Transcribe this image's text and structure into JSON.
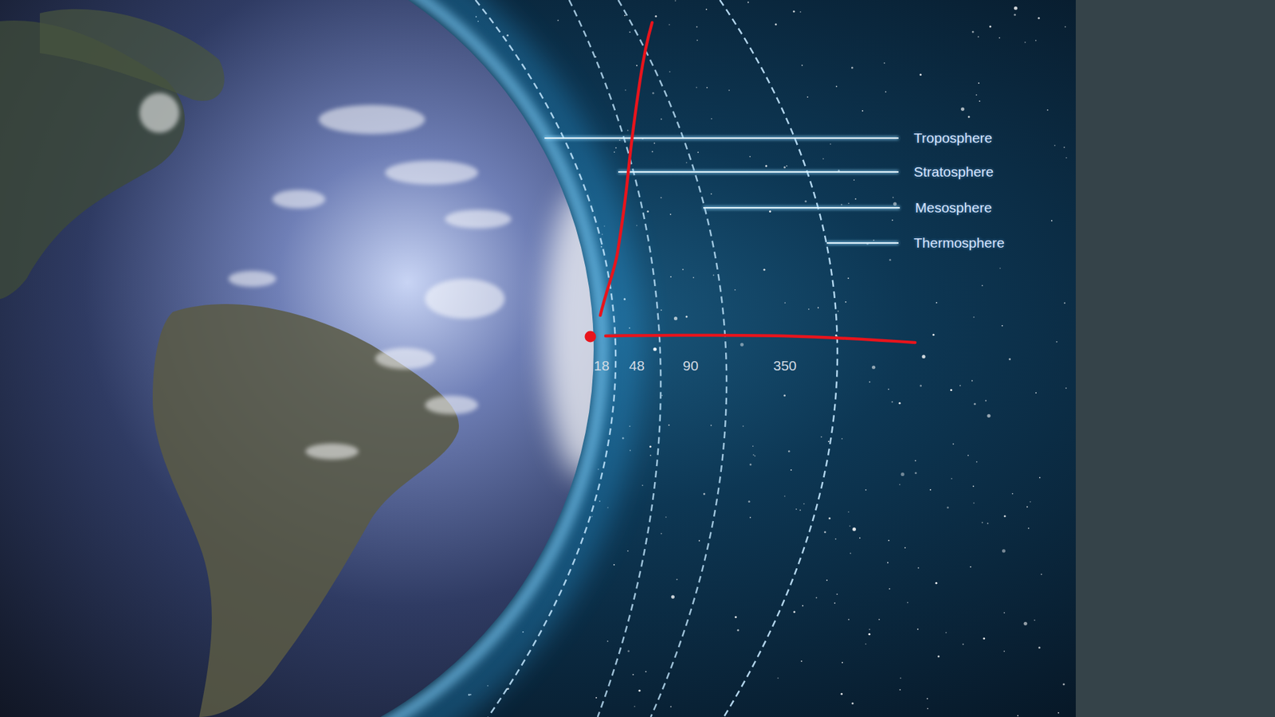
{
  "diagram": {
    "labels": [
      "Troposphere",
      "Stratosphere",
      "Mesosphere",
      "Thermosphere",
      "18",
      "48",
      "90",
      "350"
    ]
  }
}
